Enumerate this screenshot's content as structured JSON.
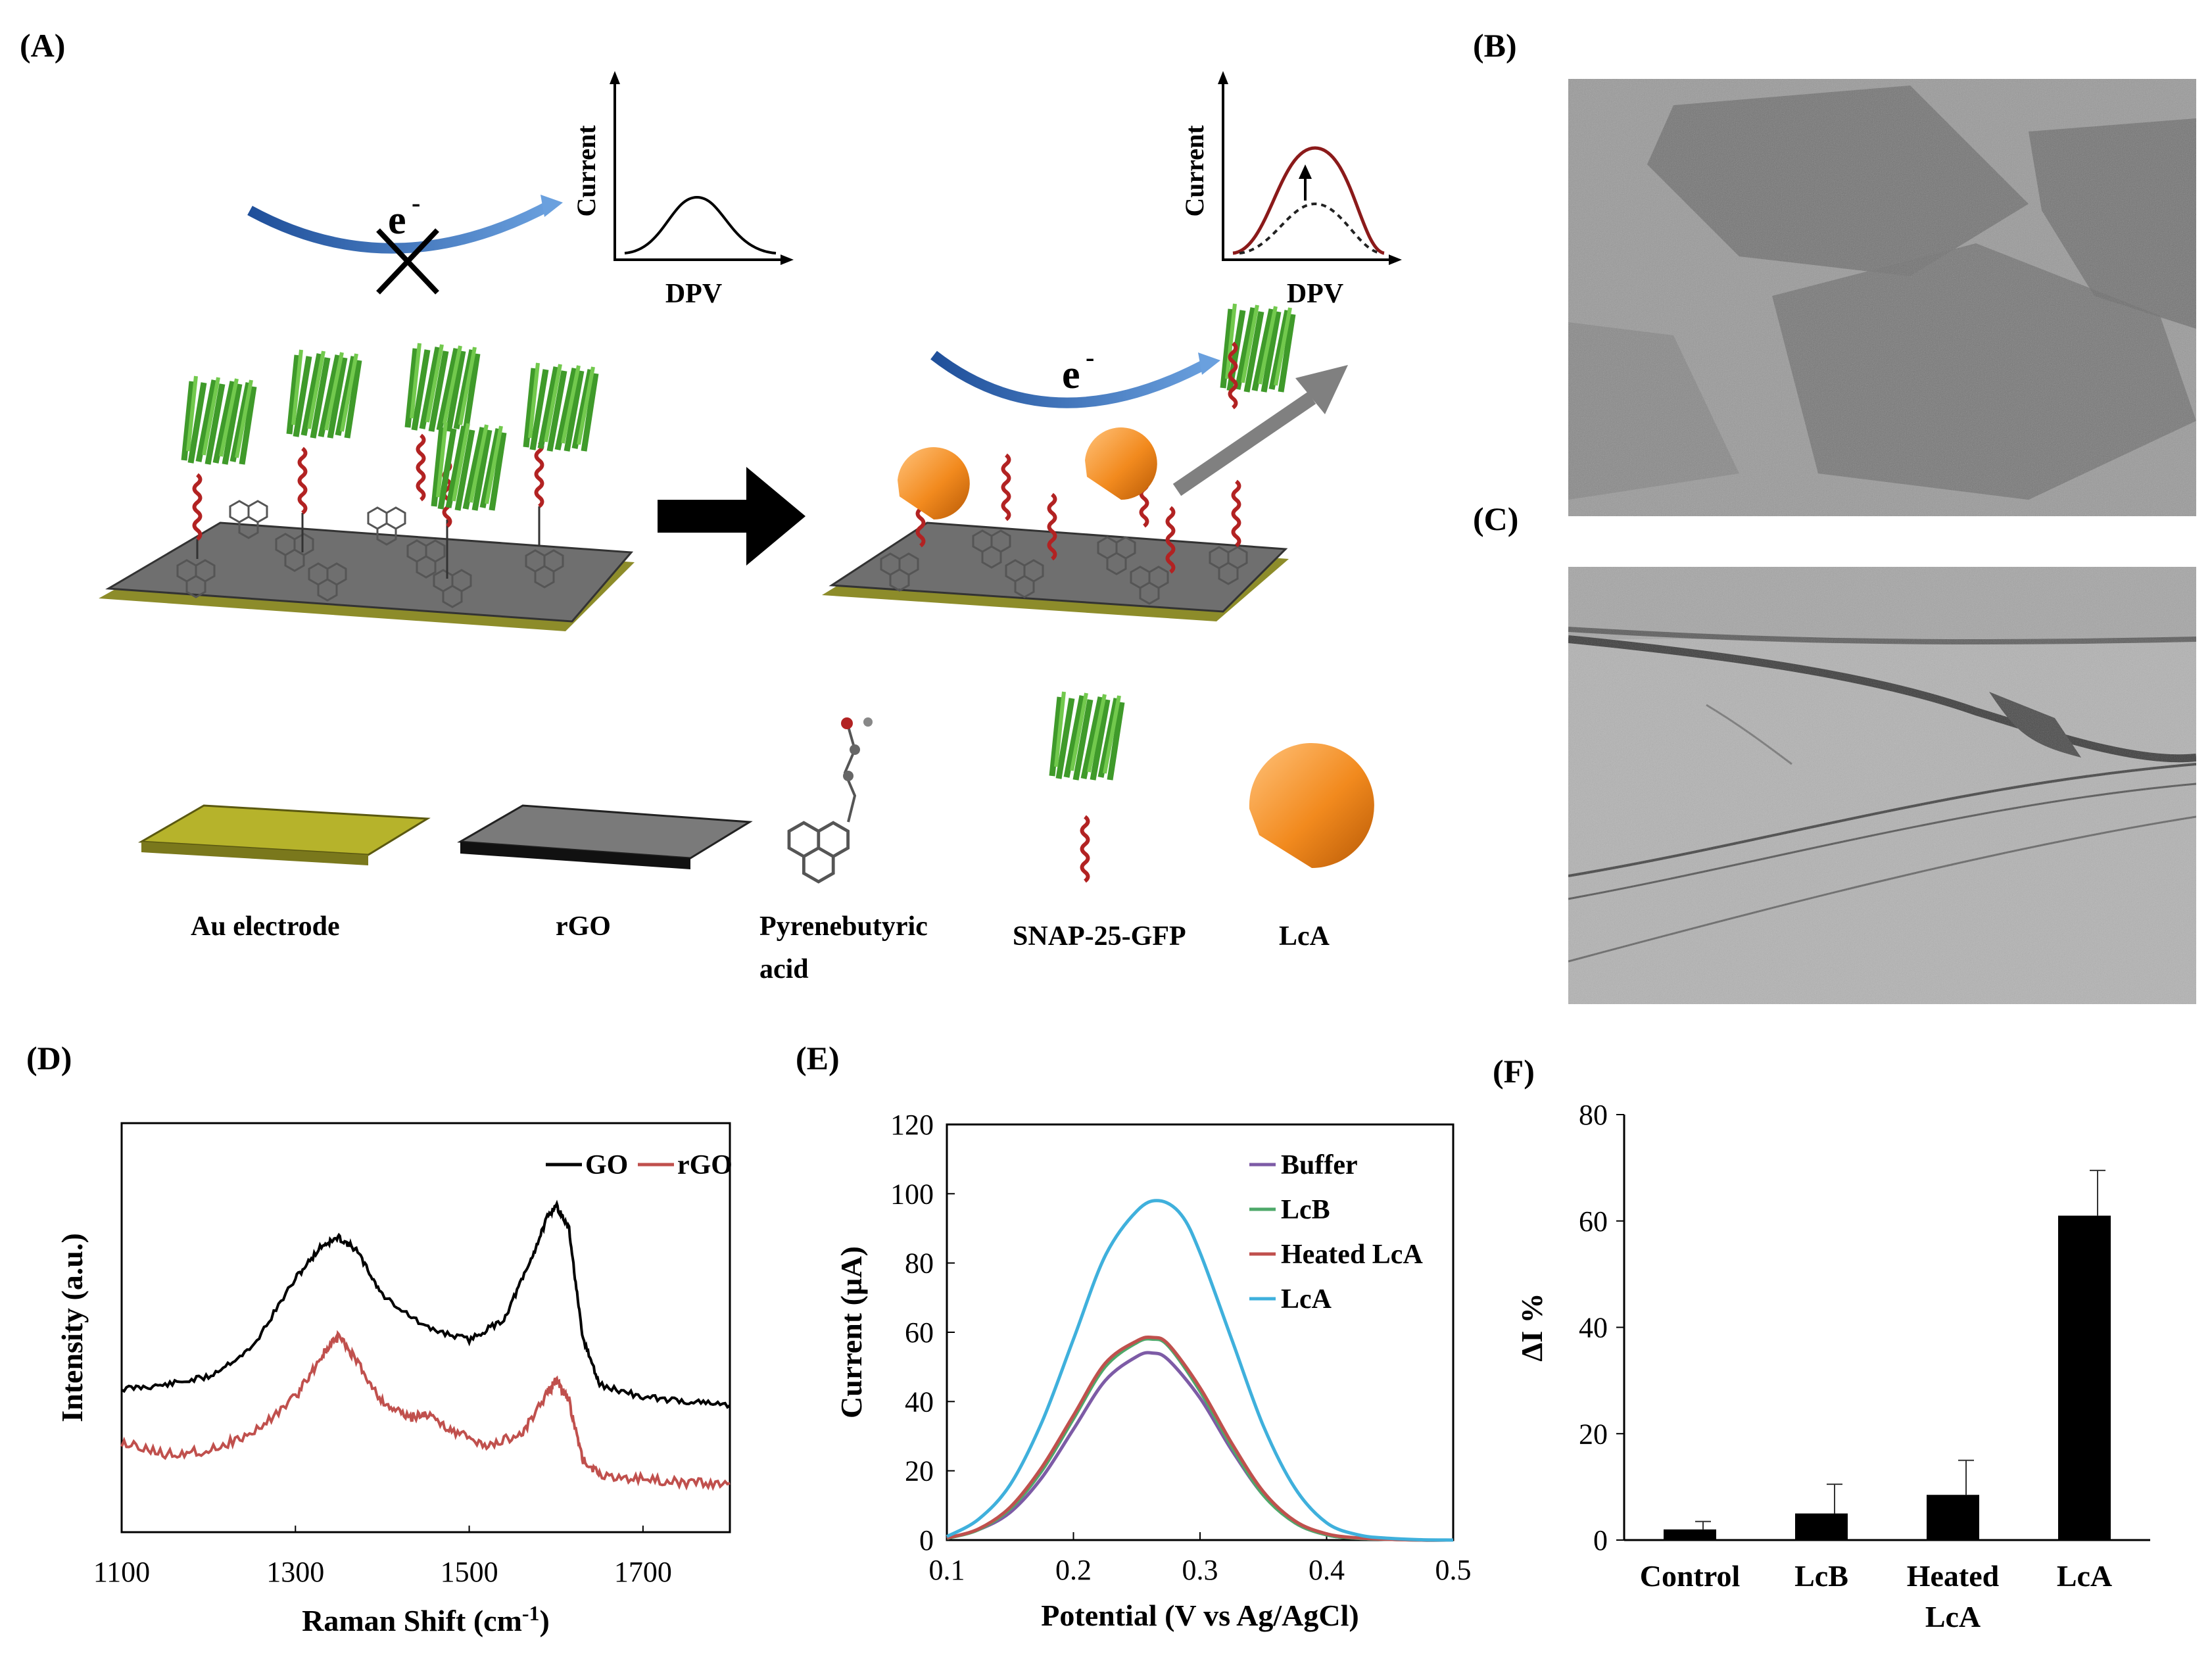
{
  "panels": {
    "a": "(A)",
    "b": "(B)",
    "c": "(C)",
    "d": "(D)",
    "e": "(E)",
    "f": "(F)"
  },
  "schematic": {
    "electron": "e",
    "minus": "-",
    "inset_ylabel": "Current",
    "inset_xlabel": "DPV",
    "legend": {
      "au": "Au electrode",
      "rgo": "rGO",
      "pba_1": "Pyrenebutyric",
      "pba_2": "acid",
      "snap": "SNAP-25-GFP",
      "lca": "LcA"
    }
  },
  "chart_data": [
    {
      "type": "line",
      "panel": "(D)",
      "xlabel": "Raman Shift (cm",
      "xlabel_sup": "-1",
      "xlabel_tail": ")",
      "ylabel": "Intensity (a.u.)",
      "xlim": [
        1100,
        1800
      ],
      "xticks": [
        1100,
        1300,
        1500,
        1700
      ],
      "legend_position": "top-right",
      "series": [
        {
          "name": "GO",
          "color": "#000000",
          "x": [
            1100,
            1150,
            1200,
            1250,
            1300,
            1330,
            1350,
            1370,
            1400,
            1450,
            1500,
            1540,
            1570,
            1590,
            1600,
            1615,
            1630,
            1650,
            1700,
            1750,
            1800
          ],
          "y": [
            0.35,
            0.36,
            0.38,
            0.45,
            0.62,
            0.7,
            0.72,
            0.69,
            0.58,
            0.5,
            0.47,
            0.52,
            0.66,
            0.77,
            0.8,
            0.74,
            0.48,
            0.36,
            0.33,
            0.32,
            0.31
          ]
        },
        {
          "name": "rGO",
          "color": "#c0504d",
          "x": [
            1100,
            1150,
            1200,
            1250,
            1300,
            1330,
            1350,
            1370,
            1400,
            1430,
            1450,
            1480,
            1520,
            1560,
            1590,
            1600,
            1615,
            1630,
            1650,
            1700,
            1750,
            1800
          ],
          "y": [
            0.22,
            0.19,
            0.2,
            0.24,
            0.33,
            0.43,
            0.48,
            0.42,
            0.32,
            0.28,
            0.29,
            0.25,
            0.21,
            0.24,
            0.34,
            0.37,
            0.32,
            0.18,
            0.14,
            0.13,
            0.12,
            0.12
          ]
        }
      ]
    },
    {
      "type": "line",
      "panel": "(E)",
      "xlabel": "Potential (V vs Ag/AgCl)",
      "ylabel": "Current (µA)",
      "xlim": [
        0.1,
        0.5
      ],
      "ylim": [
        0,
        120
      ],
      "xticks": [
        0.1,
        0.2,
        0.3,
        0.4,
        0.5
      ],
      "yticks": [
        0,
        20,
        40,
        60,
        80,
        100,
        120
      ],
      "legend_position": "top-right",
      "series": [
        {
          "name": "Buffer",
          "color": "#7d5ba6",
          "x": [
            0.1,
            0.125,
            0.15,
            0.175,
            0.2,
            0.225,
            0.25,
            0.2625,
            0.275,
            0.3,
            0.325,
            0.35,
            0.375,
            0.4,
            0.425,
            0.45,
            0.475,
            0.5
          ],
          "y": [
            0.5,
            3,
            8,
            18,
            32,
            46,
            53,
            54,
            52,
            41,
            26,
            13,
            5,
            1.5,
            0.5,
            0.2,
            0,
            0
          ]
        },
        {
          "name": "LcB",
          "color": "#4ea86a",
          "x": [
            0.1,
            0.125,
            0.15,
            0.175,
            0.2,
            0.225,
            0.25,
            0.2625,
            0.275,
            0.3,
            0.325,
            0.35,
            0.375,
            0.4,
            0.425,
            0.45,
            0.475,
            0.5
          ],
          "y": [
            0.5,
            3,
            9,
            20,
            35,
            50,
            57,
            58,
            56,
            43,
            27,
            13,
            5,
            1.5,
            0.5,
            0.2,
            0,
            0
          ]
        },
        {
          "name": "Heated LcA",
          "color": "#c0504d",
          "x": [
            0.1,
            0.125,
            0.15,
            0.175,
            0.2,
            0.225,
            0.25,
            0.2625,
            0.275,
            0.3,
            0.325,
            0.35,
            0.375,
            0.4,
            0.425,
            0.45,
            0.475,
            0.5
          ],
          "y": [
            0.6,
            3.2,
            9.5,
            21,
            36,
            51,
            57.5,
            58.5,
            56.5,
            44,
            28,
            14,
            5.5,
            1.8,
            0.6,
            0.2,
            0,
            0
          ]
        },
        {
          "name": "LcA",
          "color": "#3fb0dc",
          "x": [
            0.1,
            0.125,
            0.15,
            0.175,
            0.2,
            0.225,
            0.25,
            0.2675,
            0.285,
            0.3,
            0.325,
            0.35,
            0.375,
            0.4,
            0.425,
            0.45,
            0.475,
            0.5
          ],
          "y": [
            1,
            6,
            16,
            34,
            58,
            82,
            95,
            98,
            94,
            83,
            58,
            33,
            15,
            5,
            1.5,
            0.5,
            0.1,
            0
          ]
        }
      ]
    },
    {
      "type": "bar",
      "panel": "(F)",
      "ylabel": "ΔI %",
      "ylim": [
        0,
        80
      ],
      "yticks": [
        0,
        20,
        40,
        60,
        80
      ],
      "categories": [
        "Control",
        "LcB",
        "Heated LcA",
        "LcA"
      ],
      "category_lines": [
        [
          "Control"
        ],
        [
          "LcB"
        ],
        [
          "Heated",
          "LcA"
        ],
        [
          "LcA"
        ]
      ],
      "values": [
        2,
        5,
        8.5,
        61
      ],
      "errors": [
        1.5,
        5.5,
        6.5,
        8.5
      ],
      "color": "#000000"
    }
  ]
}
